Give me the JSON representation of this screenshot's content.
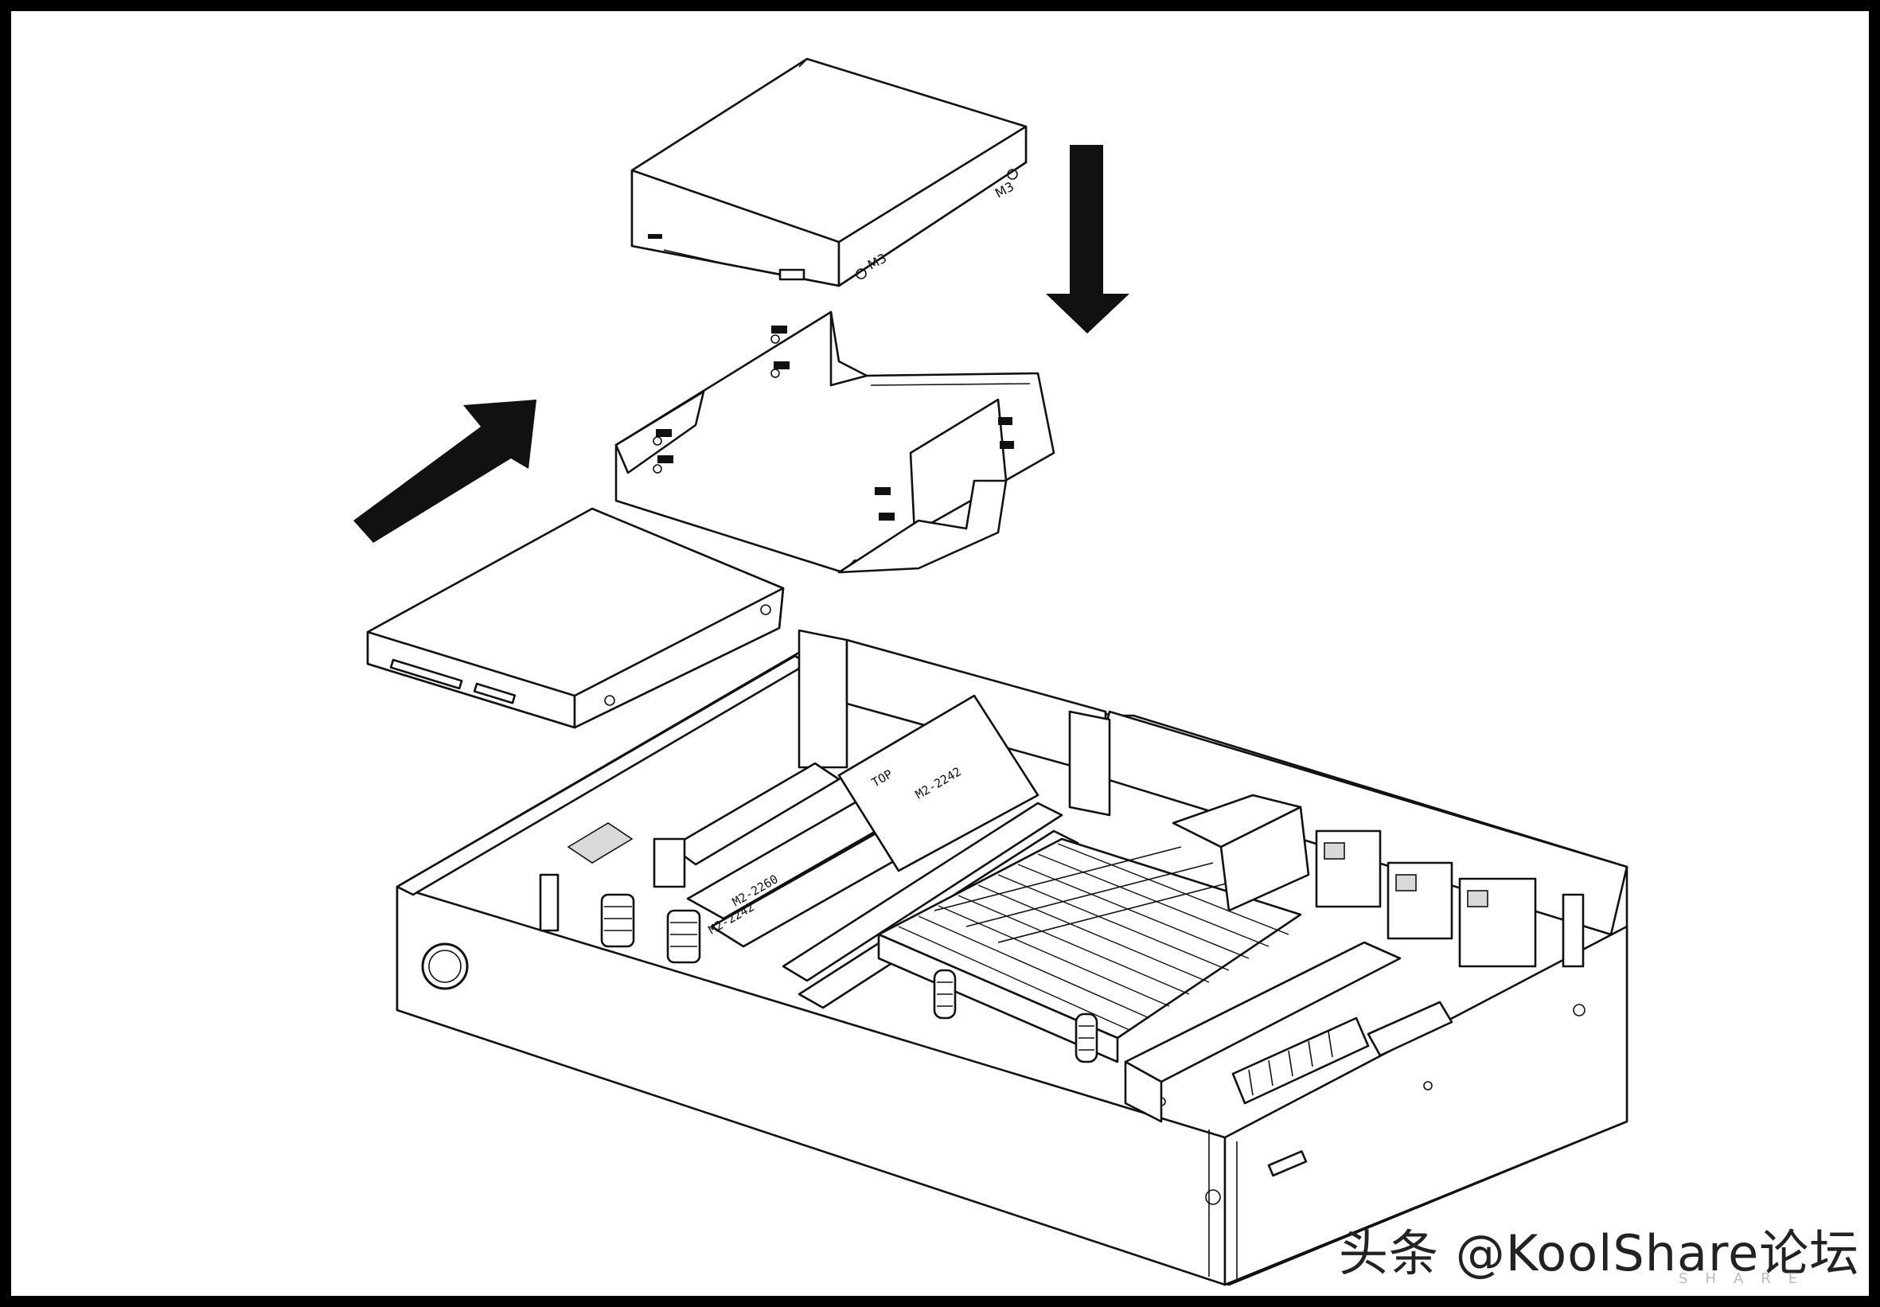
{
  "diagram": {
    "labels": {
      "drive_mark_side": "M3",
      "drive_mark_top": "M3",
      "m2_slot_2242_top": "M2-2242",
      "m2_slot_2260": "M2-2260",
      "m2_slot_2242": "M2-2242",
      "m2_top": "TOP"
    }
  },
  "watermark": {
    "text": "头条 @KoolShare论坛",
    "subtext": "SHARE"
  },
  "colors": {
    "border": "#000000",
    "line": "#111111",
    "arrow": "#111111",
    "background": "#ffffff"
  }
}
